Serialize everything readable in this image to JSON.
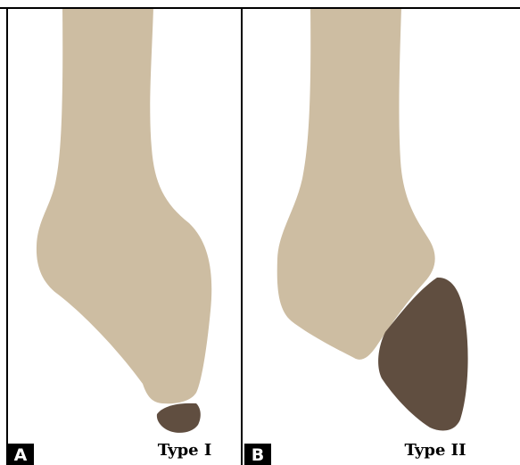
{
  "panels": {
    "a": {
      "letter": "A",
      "label": "Type I"
    },
    "b": {
      "letter": "B",
      "label": "Type II"
    }
  },
  "colors": {
    "bone": "#CDBDA2",
    "fragment": "#604E40",
    "border": "#000000",
    "letter_box": "#000000",
    "letter_text": "#FFFFFF"
  }
}
